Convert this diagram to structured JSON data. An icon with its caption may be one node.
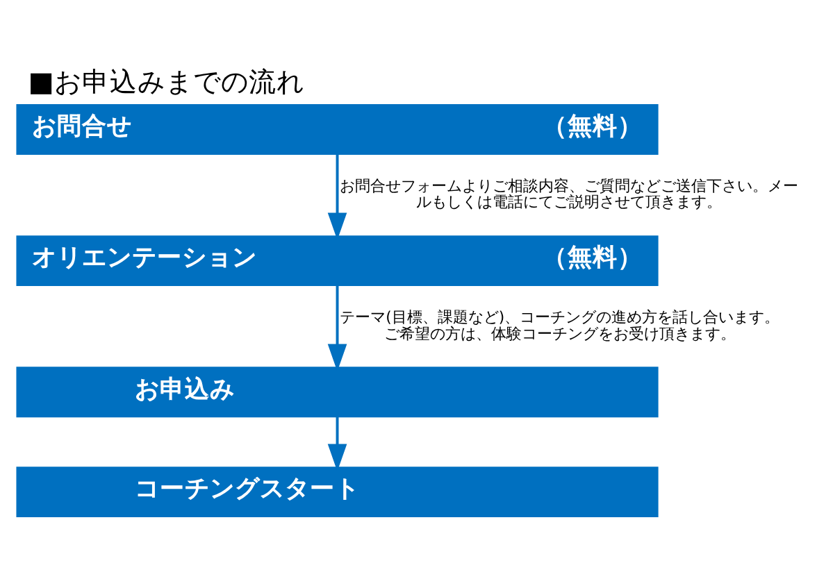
{
  "diagram": {
    "title": "■お申込みまでの流れ",
    "nodes": [
      {
        "text": [
          "お問合せ",
          "（無料）"
        ]
      },
      {
        "text": [
          "オリエンテーション",
          "（無料）"
        ]
      },
      {
        "text": [
          "お申込み"
        ]
      },
      {
        "text": [
          "コーチングスタート"
        ]
      }
    ],
    "edges": [
      {
        "from": 0,
        "to": 1,
        "arrow": "to",
        "label": "お問合せフォームよりご相談内容、ご質問などご送信下さい。メールもしくは電話にてご説明させて頂きます。"
      },
      {
        "from": 1,
        "to": 2,
        "arrow": "to",
        "label": "テーマ(目標、課題など)、コーチングの進め方を話し合います。ご希望の方は、体験コーチングをお受け頂きます。"
      },
      {
        "from": 2,
        "to": 3,
        "arrow": "to"
      }
    ]
  }
}
